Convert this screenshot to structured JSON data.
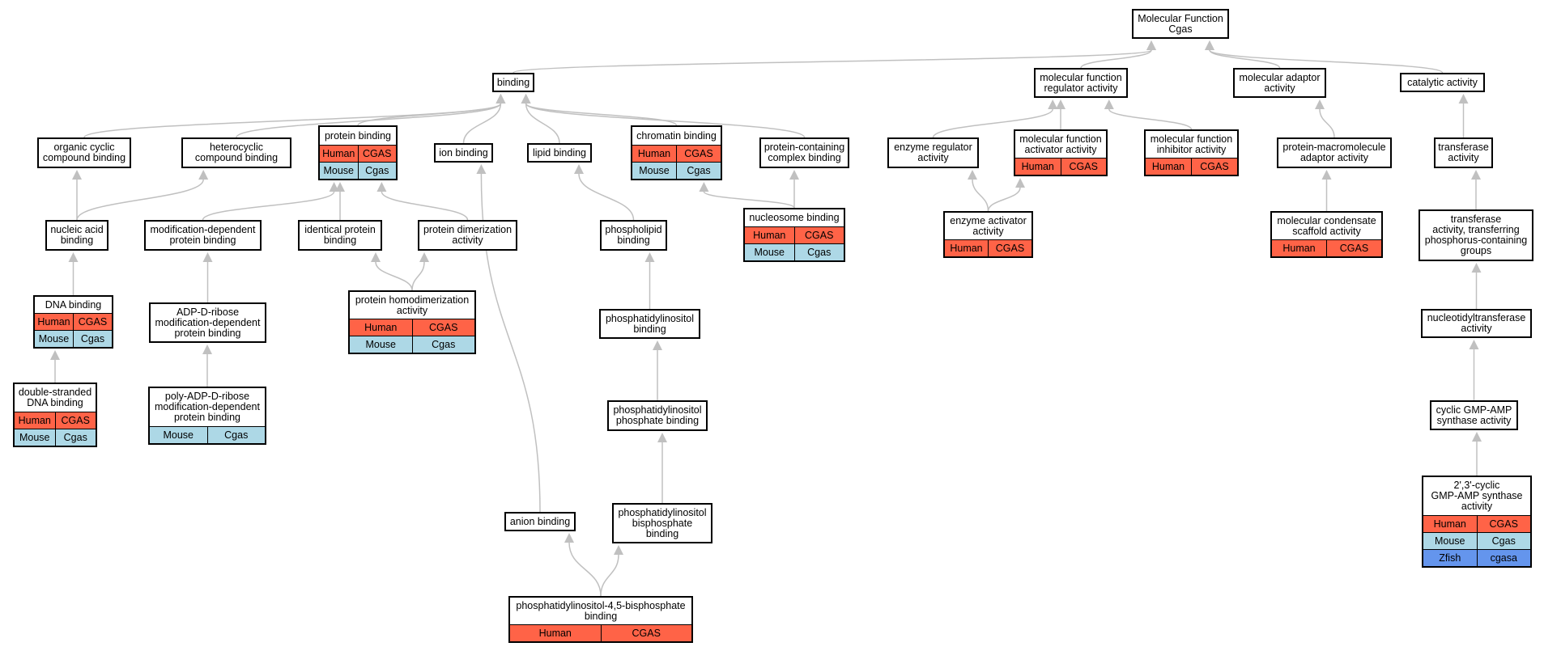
{
  "colors": {
    "human": "#ff6347",
    "mouse": "#add8e6",
    "zfish": "#6495ed",
    "edge": "#c0c0c0",
    "border": "#000000"
  },
  "nodes": [
    {
      "id": "mf",
      "label": "Molecular Function\nCgas",
      "rows": []
    },
    {
      "id": "binding",
      "label": "binding",
      "rows": []
    },
    {
      "id": "mfreg",
      "label": "molecular function\nregulator activity",
      "rows": []
    },
    {
      "id": "adaptor",
      "label": "molecular adaptor\nactivity",
      "rows": []
    },
    {
      "id": "catalytic",
      "label": "catalytic activity",
      "rows": []
    },
    {
      "id": "organic",
      "label": "organic cyclic\ncompound binding",
      "rows": []
    },
    {
      "id": "hetero",
      "label": "heterocyclic\ncompound binding",
      "rows": []
    },
    {
      "id": "protein",
      "label": "protein binding",
      "rows": [
        [
          "Human",
          "CGAS"
        ],
        [
          "Mouse",
          "Cgas"
        ]
      ]
    },
    {
      "id": "ion",
      "label": "ion binding",
      "rows": []
    },
    {
      "id": "lipid",
      "label": "lipid binding",
      "rows": []
    },
    {
      "id": "chromatin",
      "label": "chromatin binding",
      "rows": [
        [
          "Human",
          "CGAS"
        ],
        [
          "Mouse",
          "Cgas"
        ]
      ]
    },
    {
      "id": "complex",
      "label": "protein-containing\ncomplex binding",
      "rows": []
    },
    {
      "id": "enzreg",
      "label": "enzyme regulator\nactivity",
      "rows": []
    },
    {
      "id": "mfact",
      "label": "molecular function\nactivator activity",
      "rows": [
        [
          "Human",
          "CGAS"
        ]
      ]
    },
    {
      "id": "mfinh",
      "label": "molecular function\ninhibitor activity",
      "rows": [
        [
          "Human",
          "CGAS"
        ]
      ]
    },
    {
      "id": "protmacro",
      "label": "protein-macromolecule\nadaptor activity",
      "rows": []
    },
    {
      "id": "transferase",
      "label": "transferase\nactivity",
      "rows": []
    },
    {
      "id": "nucleic",
      "label": "nucleic acid\nbinding",
      "rows": []
    },
    {
      "id": "moddep",
      "label": "modification-dependent\nprotein binding",
      "rows": []
    },
    {
      "id": "identical",
      "label": "identical protein\nbinding",
      "rows": []
    },
    {
      "id": "dimer",
      "label": "protein dimerization\nactivity",
      "rows": []
    },
    {
      "id": "phospholipid",
      "label": "phospholipid\nbinding",
      "rows": []
    },
    {
      "id": "nucleosome",
      "label": "nucleosome binding",
      "rows": [
        [
          "Human",
          "CGAS"
        ],
        [
          "Mouse",
          "Cgas"
        ]
      ]
    },
    {
      "id": "enzact",
      "label": "enzyme activator\nactivity",
      "rows": [
        [
          "Human",
          "CGAS"
        ]
      ]
    },
    {
      "id": "condensate",
      "label": "molecular condensate\nscaffold activity",
      "rows": [
        [
          "Human",
          "CGAS"
        ]
      ]
    },
    {
      "id": "transP",
      "label": "transferase\nactivity, transferring\nphosphorus-containing\ngroups",
      "rows": []
    },
    {
      "id": "dna",
      "label": "DNA binding",
      "rows": [
        [
          "Human",
          "CGAS"
        ],
        [
          "Mouse",
          "Cgas"
        ]
      ]
    },
    {
      "id": "adpr",
      "label": "ADP-D-ribose\nmodification-dependent\nprotein binding",
      "rows": []
    },
    {
      "id": "homodimer",
      "label": "protein homodimerization\nactivity",
      "rows": [
        [
          "Human",
          "CGAS"
        ],
        [
          "Mouse",
          "Cgas"
        ]
      ]
    },
    {
      "id": "ptdins",
      "label": "phosphatidylinositol\nbinding",
      "rows": []
    },
    {
      "id": "nucleotidyl",
      "label": "nucleotidyltransferase\nactivity",
      "rows": []
    },
    {
      "id": "dsdna",
      "label": "double-stranded\nDNA binding",
      "rows": [
        [
          "Human",
          "CGAS"
        ],
        [
          "Mouse",
          "Cgas"
        ]
      ]
    },
    {
      "id": "polyadpr",
      "label": "poly-ADP-D-ribose\nmodification-dependent\nprotein binding",
      "rows": [
        [
          "Mouse",
          "Cgas"
        ]
      ]
    },
    {
      "id": "ptdinsP",
      "label": "phosphatidylinositol\nphosphate binding",
      "rows": []
    },
    {
      "id": "cgamp",
      "label": "cyclic GMP-AMP\nsynthase activity",
      "rows": []
    },
    {
      "id": "anion",
      "label": "anion binding",
      "rows": []
    },
    {
      "id": "ptdinsP2",
      "label": "phosphatidylinositol\nbisphosphate\nbinding",
      "rows": []
    },
    {
      "id": "cgamp23",
      "label": "2',3'-cyclic\nGMP-AMP synthase\nactivity",
      "rows": [
        [
          "Human",
          "CGAS"
        ],
        [
          "Mouse",
          "Cgas"
        ],
        [
          "Zfish",
          "cgasa"
        ]
      ]
    },
    {
      "id": "pip2",
      "label": "phosphatidylinositol-4,5-bisphosphate\nbinding",
      "rows": [
        [
          "Human",
          "CGAS"
        ]
      ]
    }
  ],
  "edges": [
    [
      "binding",
      "mf"
    ],
    [
      "mfreg",
      "mf"
    ],
    [
      "adaptor",
      "mf"
    ],
    [
      "catalytic",
      "mf"
    ],
    [
      "organic",
      "binding"
    ],
    [
      "hetero",
      "binding"
    ],
    [
      "protein",
      "binding"
    ],
    [
      "ion",
      "binding"
    ],
    [
      "lipid",
      "binding"
    ],
    [
      "chromatin",
      "binding"
    ],
    [
      "complex",
      "binding"
    ],
    [
      "enzreg",
      "mfreg"
    ],
    [
      "mfact",
      "mfreg"
    ],
    [
      "mfinh",
      "mfreg"
    ],
    [
      "protmacro",
      "adaptor"
    ],
    [
      "transferase",
      "catalytic"
    ],
    [
      "nucleic",
      "organic"
    ],
    [
      "nucleic",
      "hetero"
    ],
    [
      "moddep",
      "protein"
    ],
    [
      "identical",
      "protein"
    ],
    [
      "dimer",
      "protein"
    ],
    [
      "anion",
      "ion"
    ],
    [
      "phospholipid",
      "lipid"
    ],
    [
      "nucleosome",
      "chromatin"
    ],
    [
      "nucleosome",
      "complex"
    ],
    [
      "enzact",
      "enzreg"
    ],
    [
      "enzact",
      "mfact"
    ],
    [
      "condensate",
      "protmacro"
    ],
    [
      "transP",
      "transferase"
    ],
    [
      "dna",
      "nucleic"
    ],
    [
      "adpr",
      "moddep"
    ],
    [
      "homodimer",
      "identical"
    ],
    [
      "homodimer",
      "dimer"
    ],
    [
      "ptdins",
      "phospholipid"
    ],
    [
      "nucleotidyl",
      "transP"
    ],
    [
      "dsdna",
      "dna"
    ],
    [
      "polyadpr",
      "adpr"
    ],
    [
      "ptdinsP",
      "ptdins"
    ],
    [
      "cgamp",
      "nucleotidyl"
    ],
    [
      "ptdinsP2",
      "ptdinsP"
    ],
    [
      "cgamp23",
      "cgamp"
    ],
    [
      "pip2",
      "anion"
    ],
    [
      "pip2",
      "ptdinsP2"
    ]
  ]
}
